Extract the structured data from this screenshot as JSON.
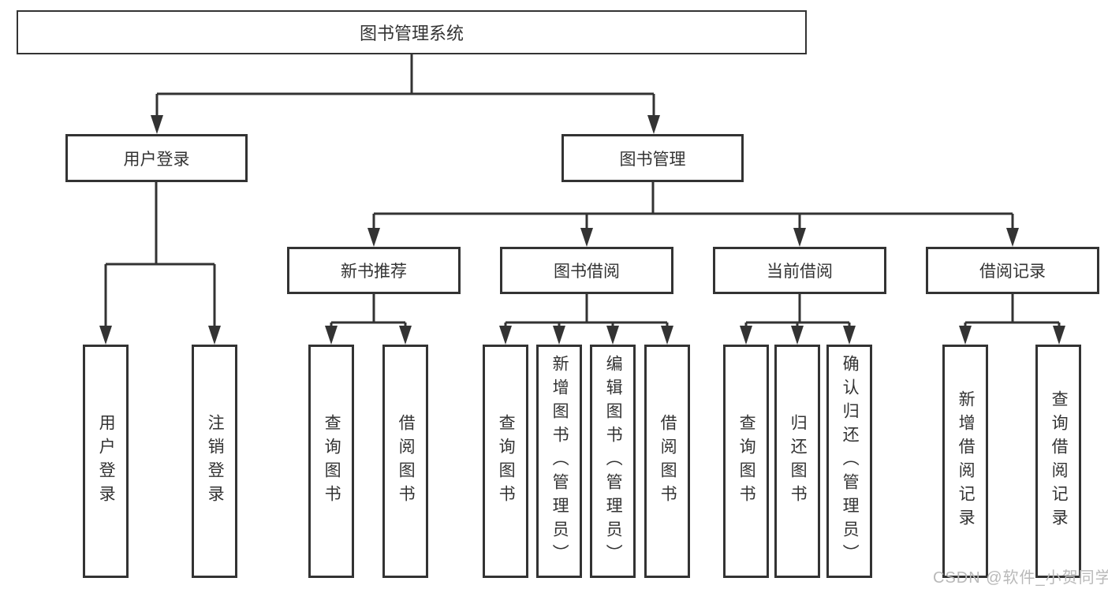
{
  "diagram": {
    "title": "图书管理系统",
    "nodes": {
      "root": {
        "label": "图书管理系统"
      },
      "user_login_branch": {
        "label": "用户登录"
      },
      "book_management": {
        "label": "图书管理"
      },
      "new_book_recommend": {
        "label": "新书推荐"
      },
      "book_borrowing": {
        "label": "图书借阅"
      },
      "current_borrowing": {
        "label": "当前借阅"
      },
      "borrowing_records": {
        "label": "借阅记录"
      },
      "user_login": {
        "label": "用户登录"
      },
      "logout": {
        "label": "注销登录"
      },
      "query_books_rec": {
        "label": "查询图书"
      },
      "borrow_books_rec": {
        "label": "借阅图书"
      },
      "query_books_borrow": {
        "label": "查询图书"
      },
      "add_books_admin": {
        "label": "新增图书（管理员）"
      },
      "edit_books_admin": {
        "label": "编辑图书（管理员）"
      },
      "borrow_books_borrow": {
        "label": "借阅图书"
      },
      "query_books_current": {
        "label": "查询图书"
      },
      "return_books": {
        "label": "归还图书"
      },
      "confirm_return_admin": {
        "label": "确认归还（管理员）"
      },
      "add_borrow_record": {
        "label": "新增借阅记录"
      },
      "query_borrow_record": {
        "label": "查询借阅记录"
      }
    },
    "colors": {
      "line": "#333333",
      "box_fill": "#ffffff",
      "text": "#333333",
      "watermark": "#b9b9b9"
    }
  },
  "watermark": {
    "text": "CSDN @软件_小贺同学"
  }
}
